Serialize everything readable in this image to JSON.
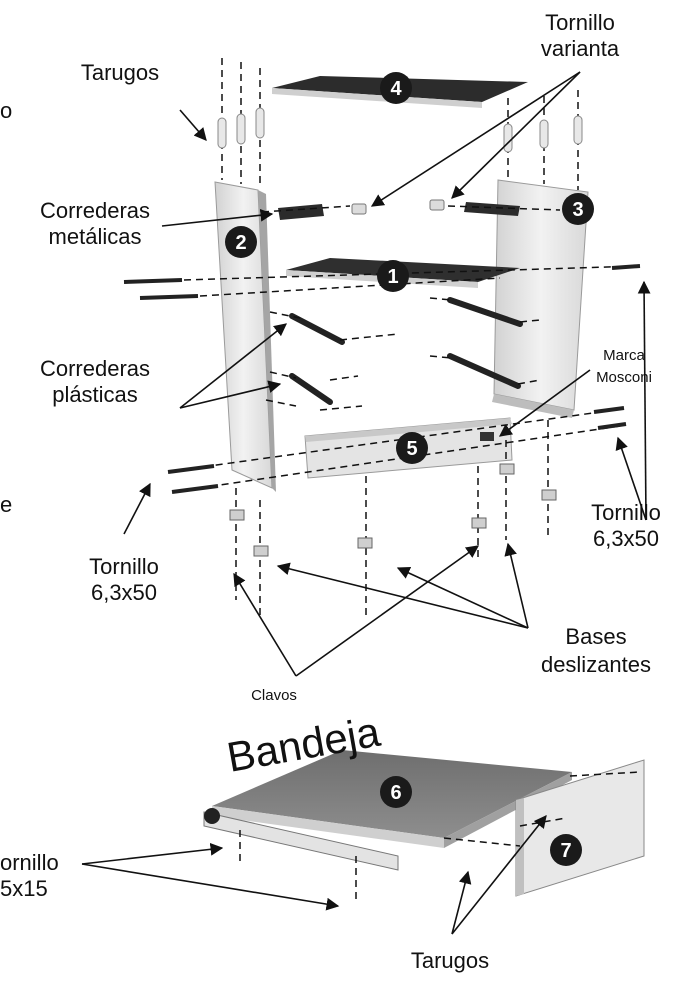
{
  "labels": {
    "tarugos_top": "Tarugos",
    "tornillo_varianta_1": "Tornillo",
    "tornillo_varianta_2": "varianta",
    "correderas_metalicas_1": "Correderas",
    "correderas_metalicas_2": "metálicas",
    "correderas_plasticas_1": "Correderas",
    "correderas_plasticas_2": "plásticas",
    "marca_mosconi_1": "Marca",
    "marca_mosconi_2": "Mosconi",
    "tornillo_right_1": "Tornillo",
    "tornillo_right_2": "6,3x50",
    "tornillo_left_1": "Tornillo",
    "tornillo_left_2": "6,3x50",
    "bases_1": "Bases",
    "bases_2": "deslizantes",
    "clavos": "Clavos",
    "bandeja": "Bandeja",
    "tornillo_bottom_1": "ornillo",
    "tornillo_bottom_2": "5x15",
    "tarugos_bottom": "Tarugos",
    "edge_o": "o",
    "edge_e": "e"
  },
  "part_numbers": {
    "p1": "1",
    "p2": "2",
    "p3": "3",
    "p4": "4",
    "p5": "5",
    "p6": "6",
    "p7": "7"
  },
  "colors": {
    "panel_dark": "#4a4a4a",
    "panel_light": "#e6e6e6",
    "panel_shadow": "#b5b5b5",
    "tray_top": "#7d7d7d",
    "badge": "#1a1a1a"
  }
}
